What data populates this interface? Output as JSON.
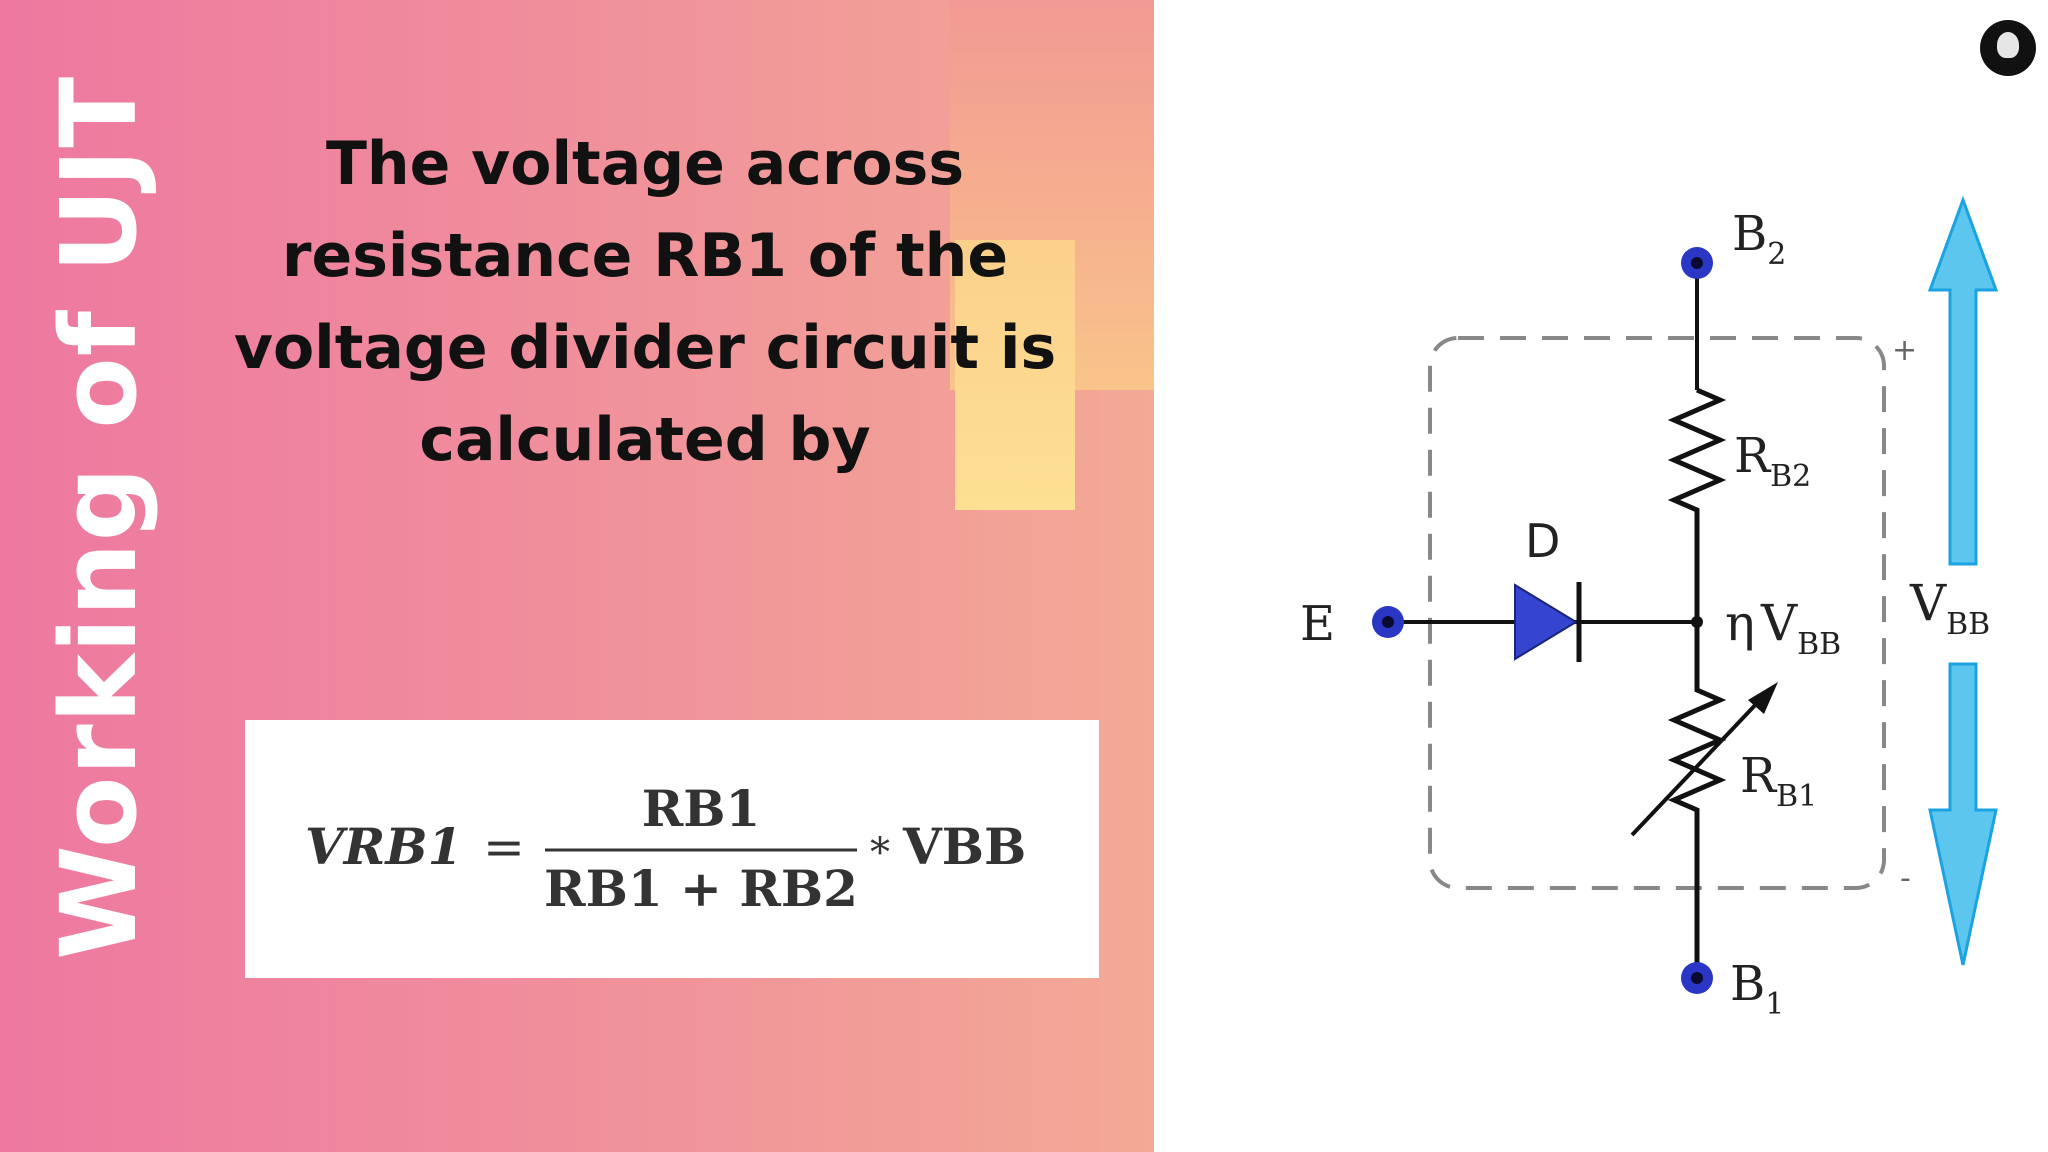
{
  "slide": {
    "vertical_title": "Working of UJT",
    "heading": "The voltage across resistance RB1 of the voltage divider circuit is calculated by"
  },
  "formula": {
    "lhs": "VRB1",
    "equals": "=",
    "numerator": "RB1",
    "denominator": "RB1 + RB2",
    "times": "*",
    "factor": "VBB"
  },
  "circuit": {
    "terminals": {
      "b2": {
        "letter": "B",
        "sub": "2"
      },
      "b1": {
        "letter": "B",
        "sub": "1"
      },
      "e": "E"
    },
    "diode_label": "D",
    "rb2": {
      "letter": "R",
      "sub": "B2"
    },
    "rb1": {
      "letter": "R",
      "sub": "B1"
    },
    "eta_vbb": {
      "eta": "η",
      "v": "V",
      "sub": "BB"
    },
    "vbb": {
      "v": "V",
      "sub": "BB"
    },
    "plus": "+",
    "minus": "-"
  },
  "colors": {
    "terminal_blue": "#2a37c4",
    "diode_fill": "#3545d0",
    "arrow_fill": "#5cc6ee",
    "arrow_stroke": "#1aa3e0",
    "panel_pink": "#ee78a0",
    "panel_peach": "#f3a995"
  }
}
